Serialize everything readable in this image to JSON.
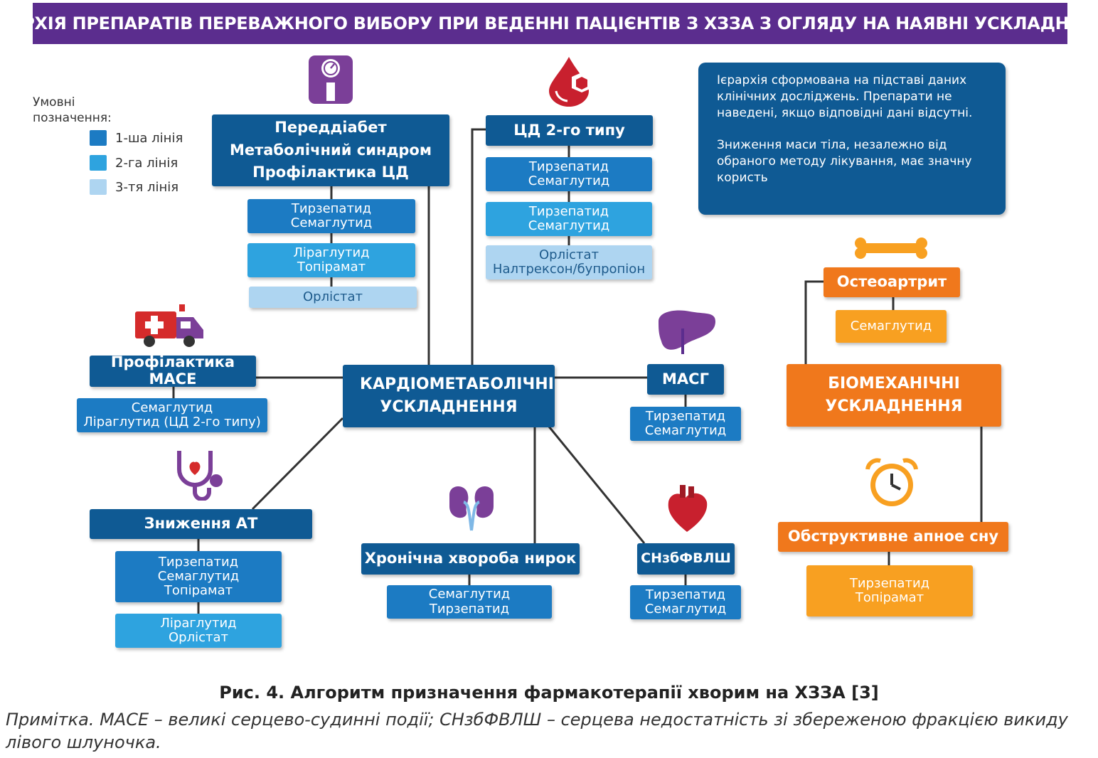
{
  "banner_title": "ІЄРАРХІЯ ПРЕПАРАТІВ ПЕРЕВАЖНОГО ВИБОРУ ПРИ ВЕДЕННІ ПАЦІЄНТІВ З ХЗЗА З ОГЛЯДУ НА НАЯВНІ УСКЛАДНЕННЯ",
  "legend": {
    "title": "Умовні позначення:",
    "items": [
      "1-ша лінія",
      "2-га лінія",
      "3-тя лінія"
    ],
    "colors": [
      "#1c7bc3",
      "#2ea3df",
      "#aed5f1"
    ]
  },
  "note": {
    "p1": "Ієрархія сформована на підставі даних клінічних досліджень. Препарати не наведені, якщо відповідні дані відсутні.",
    "p2": "Зниження маси тіла, незалежно від обраного методу лікування, має значну користь"
  },
  "center": "КАРДІОМЕТАБОЛІЧНІ УСКЛАДНЕННЯ",
  "prediabetes": {
    "title": [
      "Переддіабет",
      "Метаболічний синдром",
      "Профілактика ЦД"
    ],
    "line1": [
      "Тирзепатид",
      "Семаглутид"
    ],
    "line2": [
      "Ліраглутид",
      "Топірамат"
    ],
    "line3": [
      "Орлістат"
    ]
  },
  "t2d": {
    "title": "ЦД 2-го типу",
    "line1": [
      "Тирзепатид",
      "Семаглутид"
    ],
    "line2": [
      "Тирзепатид",
      "Семаглутид"
    ],
    "line3": [
      "Орлістат",
      "Налтрексон/бупропіон"
    ]
  },
  "mace": {
    "title": "Профілактика MACE",
    "line1": [
      "Семаглутид",
      "Ліраглутид (ЦД 2-го типу)"
    ]
  },
  "masld": {
    "title": "МАСГ",
    "line1": [
      "Тирзепатид",
      "Семаглутид"
    ]
  },
  "bp": {
    "title": "Зниження АТ",
    "line1": [
      "Тирзепатид",
      "Семаглутид",
      "Топірамат"
    ],
    "line2": [
      "Ліраглутид",
      "Орлістат"
    ]
  },
  "ckd": {
    "title": "Хронічна хвороба нирок",
    "line1": [
      "Семаглутид",
      "Тирзепатид"
    ]
  },
  "hfpef": {
    "title": "СНзбФВЛШ",
    "line1": [
      "Тирзепатид",
      "Семаглутид"
    ]
  },
  "osteo": {
    "title": "Остеоартрит",
    "line1": [
      "Семаглутид"
    ]
  },
  "biomech": "БІОМЕХАНІЧНІ УСКЛАДНЕННЯ",
  "osa": {
    "title": "Обструктивне апное сну",
    "line1": [
      "Тирзепатид",
      "Топірамат"
    ]
  },
  "caption": "Рис. 4. Алгоритм призначення фармакотерапії хворим на ХЗЗА [3]",
  "footnote": "Примітка. MACE – великі серцево-судинні події; СНзбФВЛШ – серцева недостатність зі збереженою фракцією викиду лівого шлуночка.",
  "icons": [
    "scale-icon",
    "blood-drop-sugar-icon",
    "ambulance-icon",
    "liver-icon",
    "stethoscope-icon",
    "kidneys-icon",
    "heart-icon",
    "bone-icon",
    "alarm-clock-icon"
  ]
}
